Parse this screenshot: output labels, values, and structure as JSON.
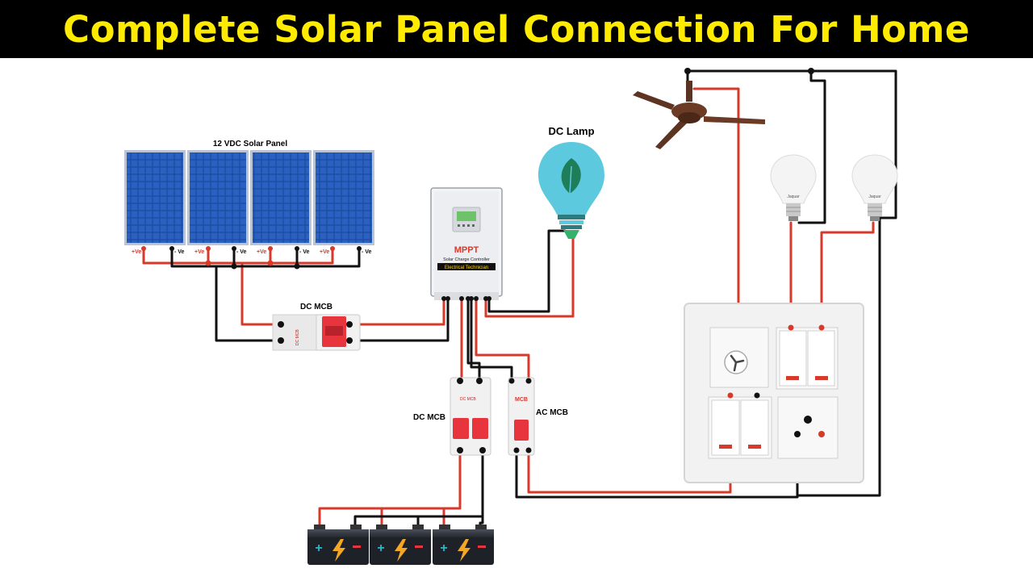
{
  "title": "Complete Solar Panel Connection For Home",
  "labels": {
    "solar_panel": "12 VDC Solar Panel",
    "dc_lamp": "DC Lamp",
    "dc_mcb_top": "DC MCB",
    "dc_mcb_bottom": "DC MCB",
    "ac_mcb": "AC MCB",
    "mppt_brand": "MPPT",
    "mppt_subtitle": "Solar Charge Controller",
    "mppt_footer": "Electrical Technician",
    "terminal_pos": "+Ve",
    "terminal_neg": "- Ve",
    "mcb_small_label": "MCB",
    "dc_mcb_small_label": "DC MCB",
    "bulb_brand": "Jaquar"
  },
  "colors": {
    "title_bg": "#000000",
    "title_text": "#ffeb00",
    "wire_positive": "#d7392b",
    "wire_negative": "#111111",
    "panel_blue": "#1f4fa8",
    "lamp_cyan": "#5cc9de",
    "mcb_red": "#e8343c",
    "battery_dark": "#2b2f36",
    "switchboard": "#f2f2f2"
  },
  "icons": {
    "fan": "ceiling-fan-icon",
    "leaf": "leaf-icon",
    "bolt": "lightning-bolt-icon"
  }
}
